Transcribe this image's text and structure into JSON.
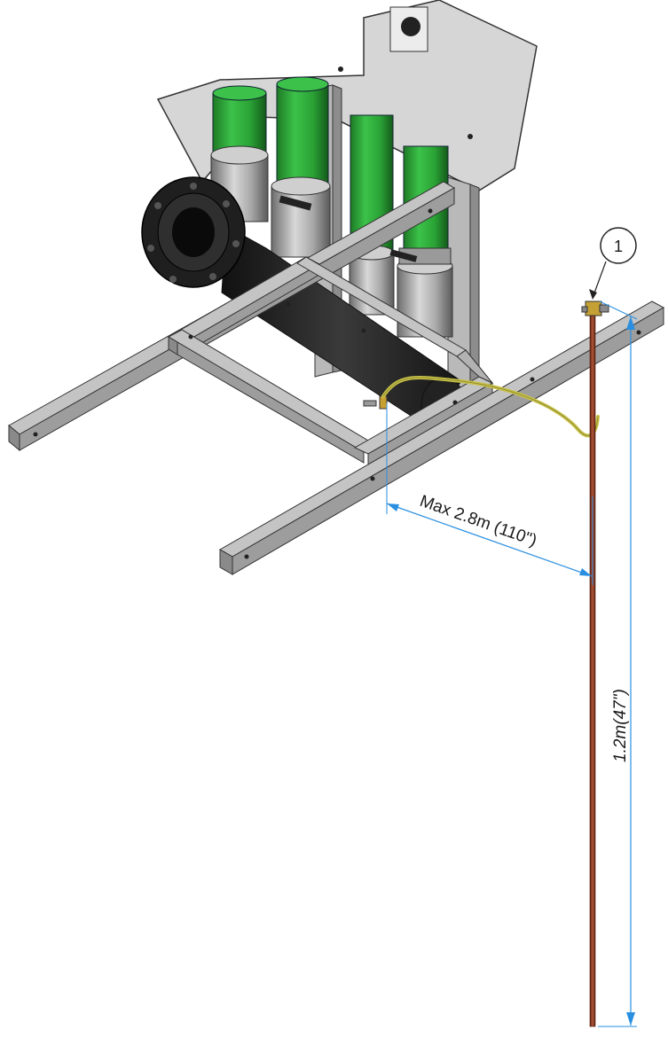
{
  "callout": {
    "number": "1"
  },
  "dimensions": {
    "horizontal_label": "Max 2.8m (110\")",
    "vertical_label": "1.2m(47\")"
  },
  "colors": {
    "frame": "#a7a7a7",
    "pipe_green": "#2fa83a",
    "pipe_dark": "#2b2b2b",
    "dimension_line": "#2a8fe0",
    "ground_cable": "#c9c24a",
    "ground_rod": "#8b3a1e",
    "panel": "#d4d4d4"
  }
}
